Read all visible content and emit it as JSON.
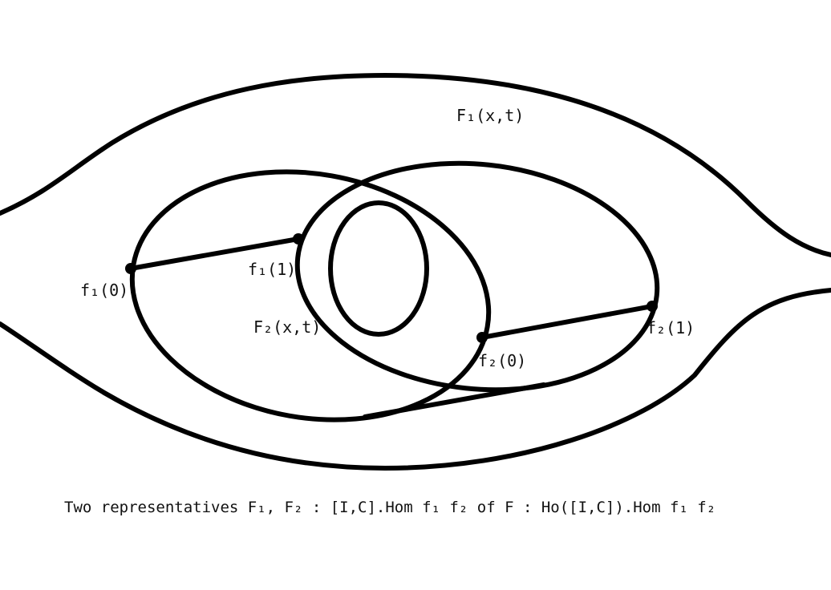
{
  "labels": {
    "F1": "F₁(x,t)",
    "F2": "F₂(x,t)",
    "f1_0": "f₁(0)",
    "f1_1": "f₁(1)",
    "f2_0": "f₂(0)",
    "f2_1": "f₂(1)"
  },
  "caption": "Two representatives F₁, F₂ : [I,C].Hom f₁ f₂ of F : Ho([I,C]).Hom f₁ f₂",
  "colors": {
    "stroke": "#000000",
    "background": "#ffffff"
  }
}
